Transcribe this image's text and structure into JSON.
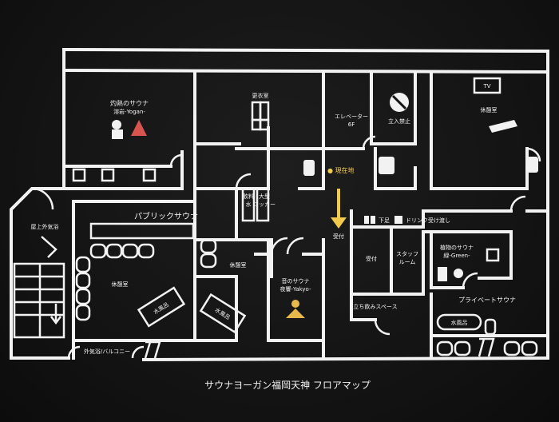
{
  "title": "サウナヨーガン福岡天神 フロアマップ",
  "rooms": {
    "yogan_name": "灼熱のサウナ",
    "yogan_sub": "溶岩-Yogan-",
    "locker_room": "更衣室",
    "elevator": "エレベーター",
    "elevator_floor": "6F",
    "no_entry": "立入禁止",
    "rest_room_top": "休憩室",
    "tv": "TV",
    "current_location": "● 現在地",
    "public_sauna": "パブリックサウナ",
    "drinking_water_1": "飲料",
    "drinking_water_2": "水",
    "big_locker_1": "大型",
    "big_locker_2": "ロッカー",
    "shoes": "下足",
    "drink_counter": "ドリンク受け渡し",
    "rooftop_bath": "屋上外気浴",
    "reception_1": "受付",
    "reception_2": "受付",
    "staff_1": "スタッフ",
    "staff_2": "ルーム",
    "green_name": "植物のサウナ",
    "green_sub": "緑-Green-",
    "rest_room_mid": "休憩室",
    "rest_room_left": "休憩室",
    "yakyo_name": "音のサウナ",
    "yakyo_sub": "夜響-Yakyo-",
    "standing_bar": "立ち飲みスペース",
    "private_sauna": "プライベートサウナ",
    "cold_bath_1": "水風呂",
    "cold_bath_2": "水風呂",
    "cold_bath_3": "水風呂",
    "outdoor_balcony": "外気浴/バルコニー"
  },
  "icons": [
    "shower-icon",
    "toilet-icon",
    "no-entry-icon",
    "tv-icon",
    "lounge-chair-icon",
    "meditation-icon",
    "plant-icon",
    "sauna-stove-icon",
    "yellow-arrow-icon"
  ],
  "colors": {
    "background": "#151515",
    "lines": "#f2f2f2",
    "accent": "#f2c94c"
  }
}
